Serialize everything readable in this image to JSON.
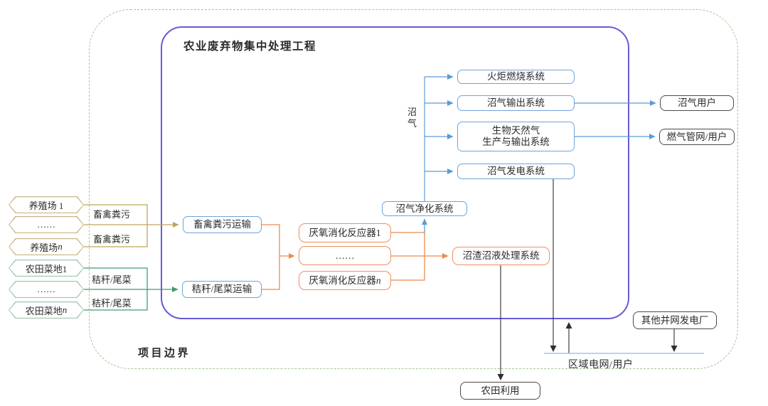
{
  "colors": {
    "boundary_dash_green": "#a6c694",
    "plant_border_purple": "#665cd8",
    "flow_blue": "#5b9bd5",
    "flow_orange": "#ed8a50",
    "flow_tan": "#c2a35a",
    "flow_green": "#3f9e6e",
    "arrow_black": "#3d3d3d",
    "grid_line_blue": "#a9c4e4"
  },
  "boundary": {
    "label": "项目边界"
  },
  "plant": {
    "title": "农业废弃物集中处理工程"
  },
  "sources": {
    "farms": [
      {
        "label": "养殖场 1",
        "suffix": ""
      },
      {
        "label": "……",
        "suffix": ""
      },
      {
        "label": "养殖场 ",
        "suffix": "n"
      }
    ],
    "fields": [
      {
        "label": "农田菜地1",
        "suffix": ""
      },
      {
        "label": "……",
        "suffix": ""
      },
      {
        "label": "农田菜地",
        "suffix": "n"
      }
    ]
  },
  "flows": {
    "manure_label_top": "畜禽粪污",
    "manure_label_bottom": "畜禽粪污",
    "straw_label_top": "秸秆/尾菜",
    "straw_label_bottom": "秸秆/尾菜",
    "biogas_label": "沼气"
  },
  "nodes": {
    "transport_manure": "畜禽粪污运输",
    "transport_straw": "秸秆/尾菜运输",
    "digester_1": "厌氧消化反应器1",
    "digester_dots": "……",
    "digester_n": {
      "label": "厌氧消化反应器",
      "suffix": "n"
    },
    "purification": "沼气净化系统",
    "residue_treatment": "沼渣沼液处理系统",
    "flare": "火炬燃烧系统",
    "biogas_output": "沼气输出系统",
    "bng_line1": "生物天然气",
    "bng_line2": "生产与输出系统",
    "power_generation": "沼气发电系统",
    "biogas_users": "沼气用户",
    "gas_grid_users": "燃气管网/用户",
    "other_plants": "其他并网发电厂",
    "regional_grid": "区域电网/用户",
    "farmland_use": "农田利用"
  }
}
